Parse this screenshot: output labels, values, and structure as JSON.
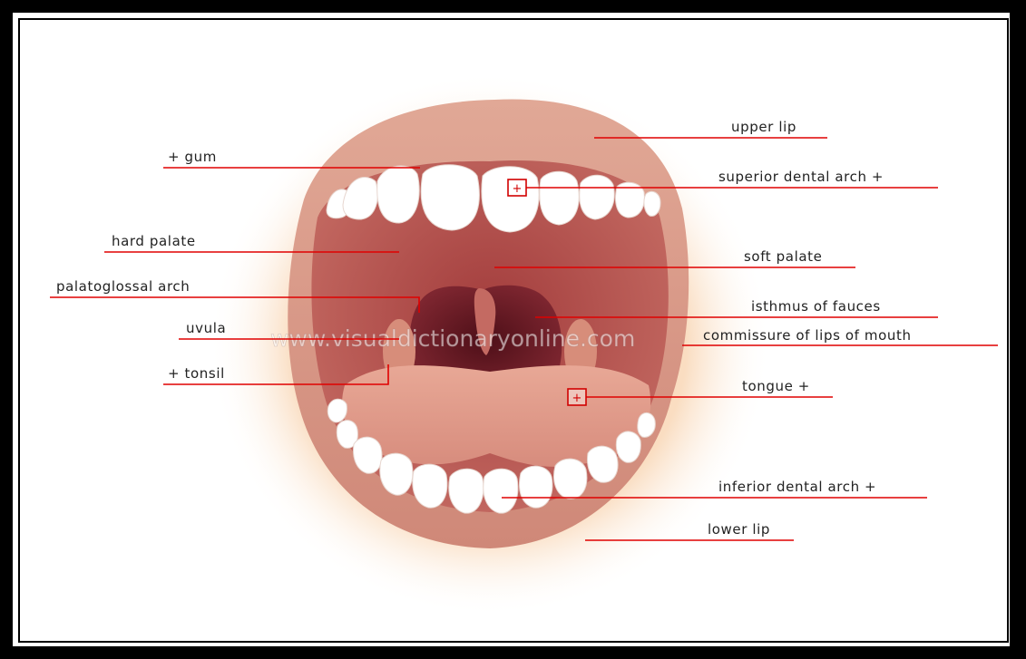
{
  "watermark": "www.visualdictionaryonline.com",
  "labels": {
    "upper_lip": "upper lip",
    "gum": "+ gum",
    "superior_dental_arch": "superior dental arch +",
    "hard_palate": "hard palate",
    "soft_palate": "soft palate",
    "palatoglossal_arch": "palatoglossal arch",
    "isthmus_of_fauces": "isthmus of fauces",
    "uvula": "uvula",
    "commissure_of_lips": "commissure of lips of mouth",
    "tonsil": "+ tonsil",
    "tongue": "tongue +",
    "inferior_dental_arch": "inferior dental arch +",
    "lower_lip": "lower lip"
  },
  "marker_symbol": "+",
  "colors": {
    "leader_line": "#e00000",
    "lip": "#d69586",
    "skin_glow": "#f6c79a",
    "mouth_cavity": "#b0524d",
    "throat": "#6e1e24",
    "teeth": "#ffffff",
    "tongue": "#e7a494"
  }
}
